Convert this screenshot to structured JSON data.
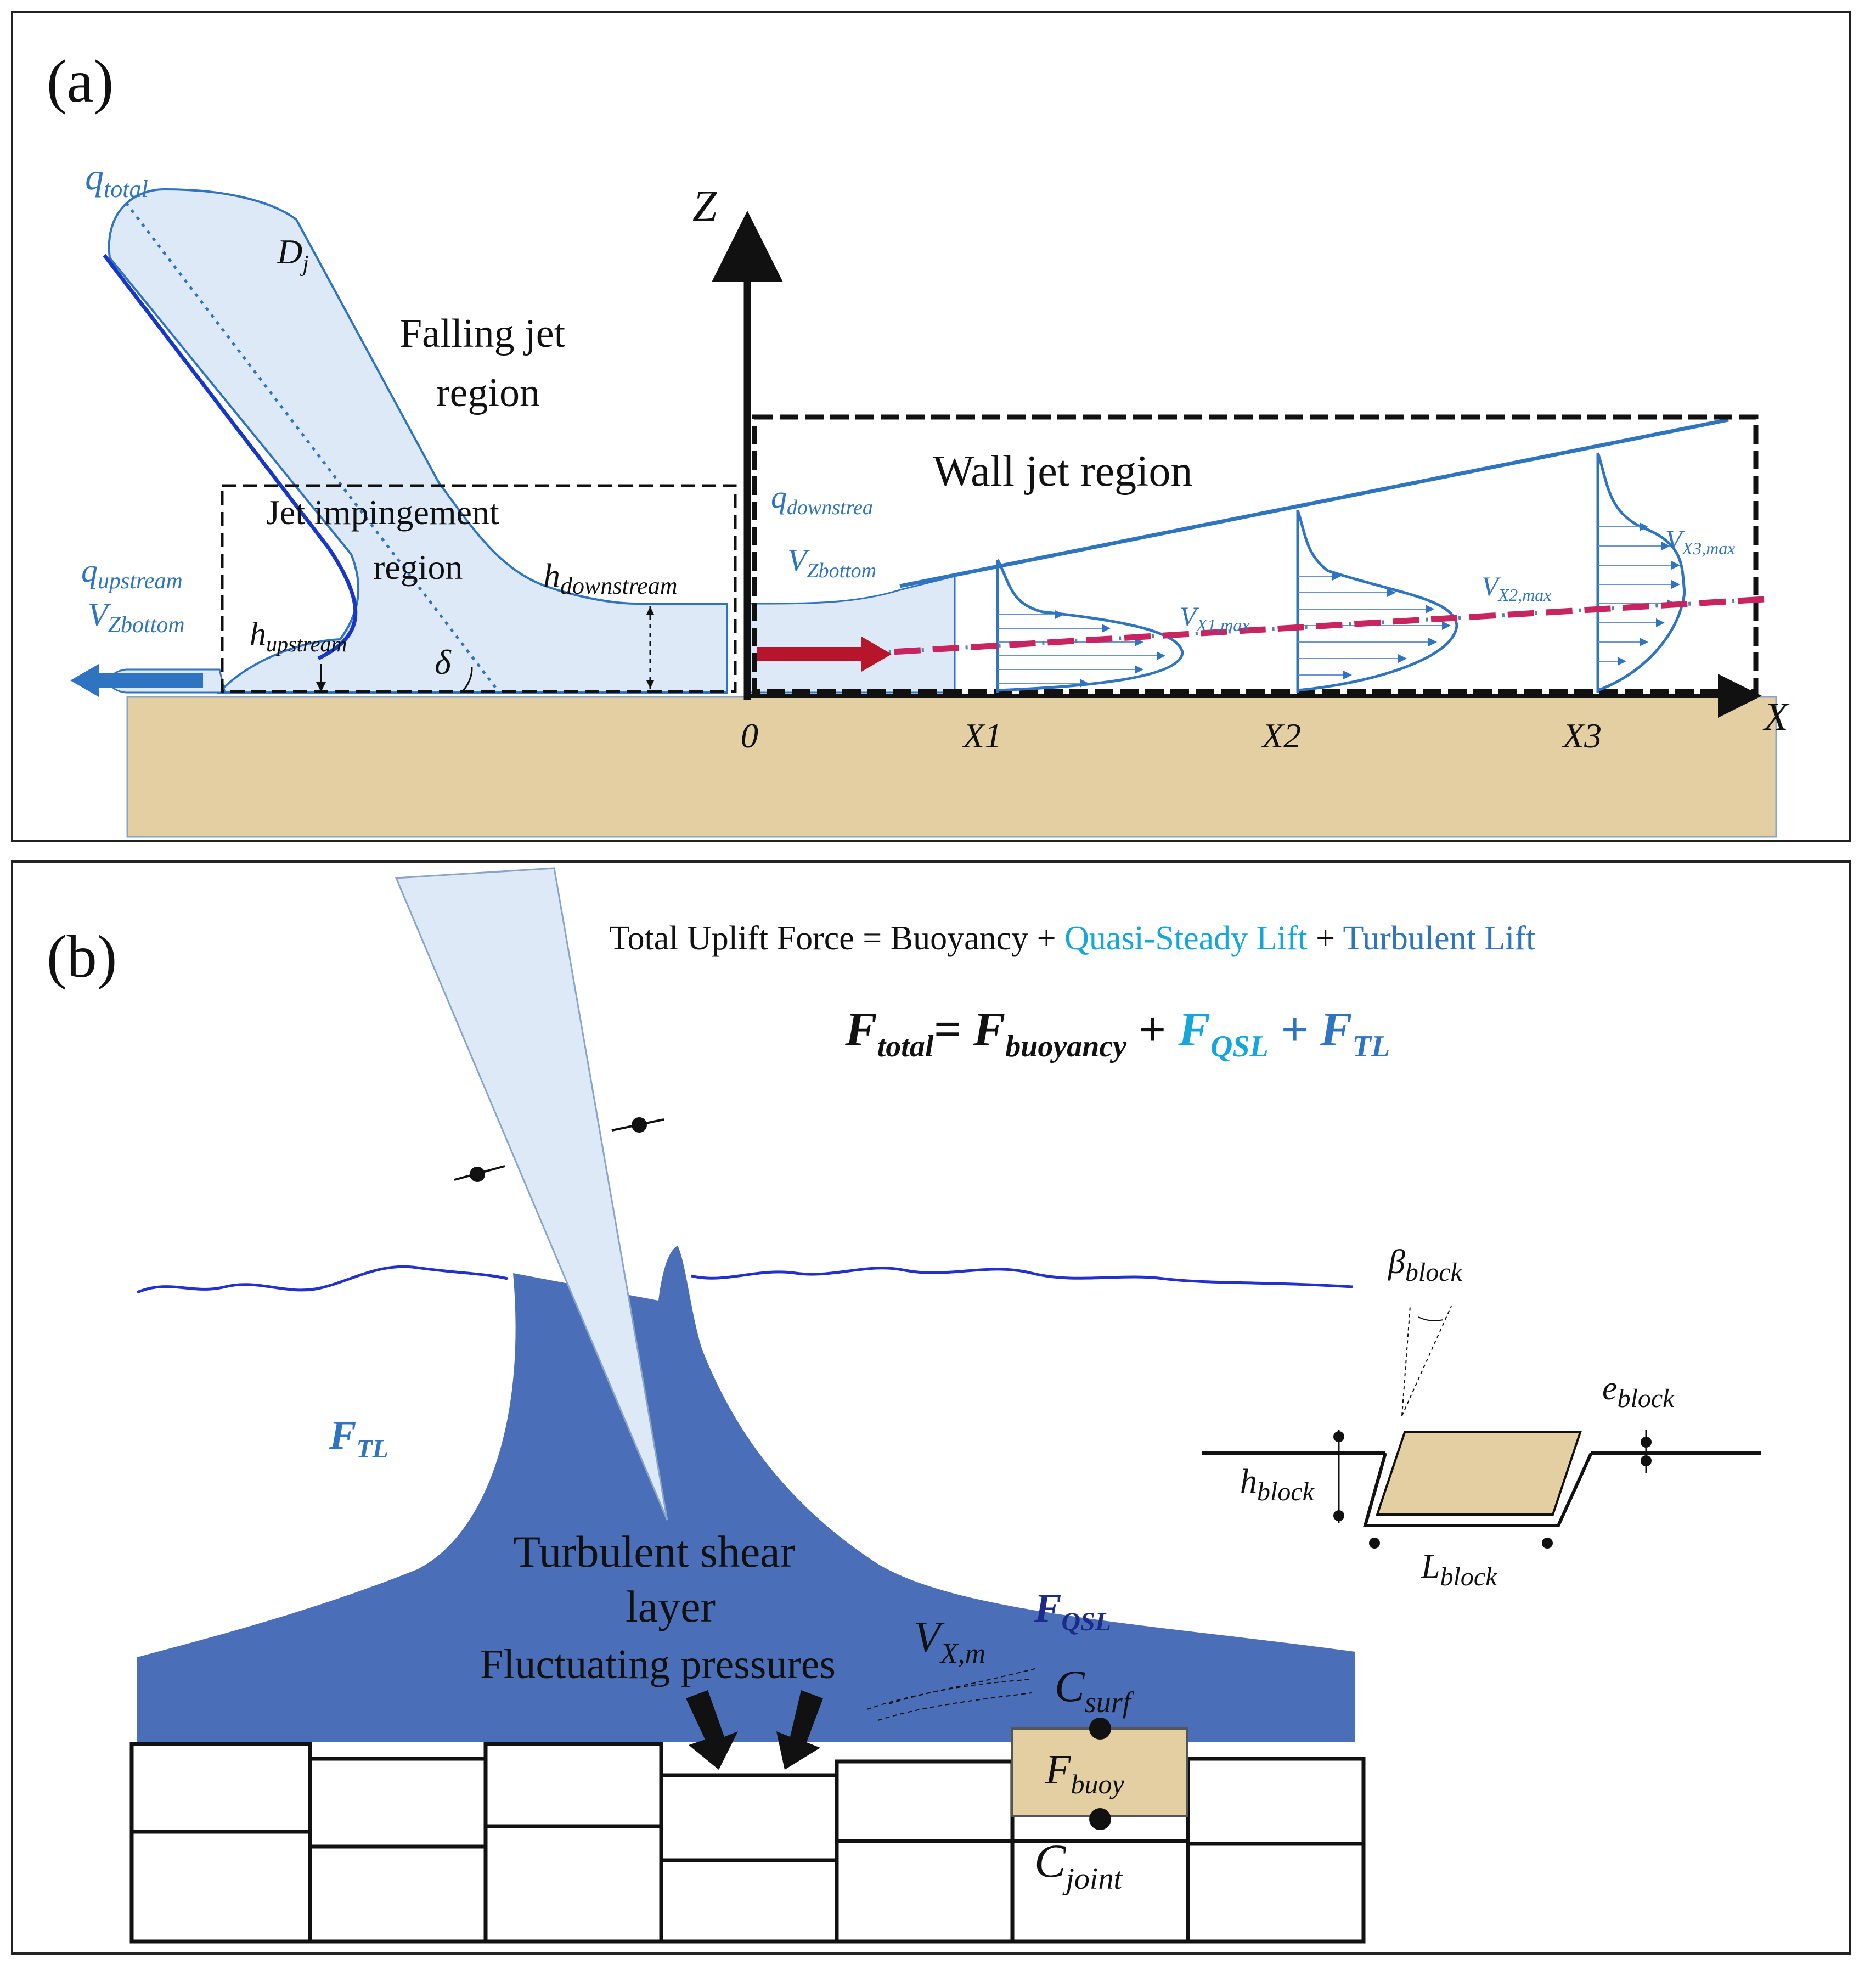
{
  "panel_a": {
    "label": "(a)",
    "axis_z": "Z",
    "axis_x": "X",
    "origin": "0",
    "ticks": [
      "X1",
      "X2",
      "X3"
    ],
    "regions": {
      "falling_jet_line1": "Falling jet",
      "falling_jet_line2": "region",
      "wall_jet": "Wall jet region",
      "impingement_line1": "Jet impingement",
      "impingement_line2": "region"
    },
    "symbols": {
      "q_total": {
        "base": "q",
        "sub": "total"
      },
      "d_j": {
        "base": "D",
        "sub": "j"
      },
      "q_upstream": {
        "base": "q",
        "sub": "upstream"
      },
      "v_zbottom_left": {
        "base": "V",
        "sub": "Zbottom"
      },
      "h_upstream": {
        "base": "h",
        "sub": "upstream"
      },
      "delta": "δ",
      "h_downstream": {
        "base": "h",
        "sub": "downstream"
      },
      "q_downstream": {
        "base": "q",
        "sub": "downstrea"
      },
      "v_zbottom_right": {
        "base": "V",
        "sub": "Zbottom"
      },
      "v_x1max": {
        "base": "V",
        "sub": "X1,max"
      },
      "v_x2max": {
        "base": "V",
        "sub": "X2,max"
      },
      "v_x3max": {
        "base": "V",
        "sub": "X3,max"
      }
    }
  },
  "panel_b": {
    "label": "(b)",
    "equation_words": {
      "lhs": "Total Uplift Force = Buoyancy + ",
      "qsl": "Quasi-Steady Lift",
      "plus": " + ",
      "tl": "Turbulent Lift"
    },
    "equation": {
      "f_total": {
        "base": "F",
        "sub": "total"
      },
      "equals": "= ",
      "f_buoyancy": {
        "base": "F",
        "sub": "buoyancy"
      },
      "plus": " + ",
      "f_qsl": {
        "base": "F",
        "sub": "QSL"
      },
      "plus2": " + ",
      "f_tl": {
        "base": "F",
        "sub": "TL"
      }
    },
    "f_tl_label": {
      "base": "F",
      "sub": "TL"
    },
    "f_qsl_label": {
      "base": "F",
      "sub": "QSL"
    },
    "shear_line1": "Turbulent shear",
    "shear_line2": "layer",
    "fluctuating": "Fluctuating pressures",
    "v_xm": {
      "base": "V",
      "sub": "X,m"
    },
    "c_surf": {
      "base": "C",
      "sub": "surf"
    },
    "f_buoy": {
      "base": "F",
      "sub": "buoy"
    },
    "c_joint": {
      "base": "C",
      "sub": "joint"
    },
    "beta_block": {
      "base": "β",
      "sub": "block"
    },
    "e_block": {
      "base": "e",
      "sub": "block"
    },
    "h_block": {
      "base": "h",
      "sub": "block"
    },
    "l_block": {
      "base": "L",
      "sub": "block"
    }
  },
  "colors": {
    "water_light": "#dde9f7",
    "water_dark": "#4a6fb8",
    "sand": "#e3cfa2",
    "line_blue": "#2f74c0",
    "accent_cyan": "#15a6dc",
    "profile_axis_red": "#c8245f",
    "arrow_red": "#b7152c"
  }
}
